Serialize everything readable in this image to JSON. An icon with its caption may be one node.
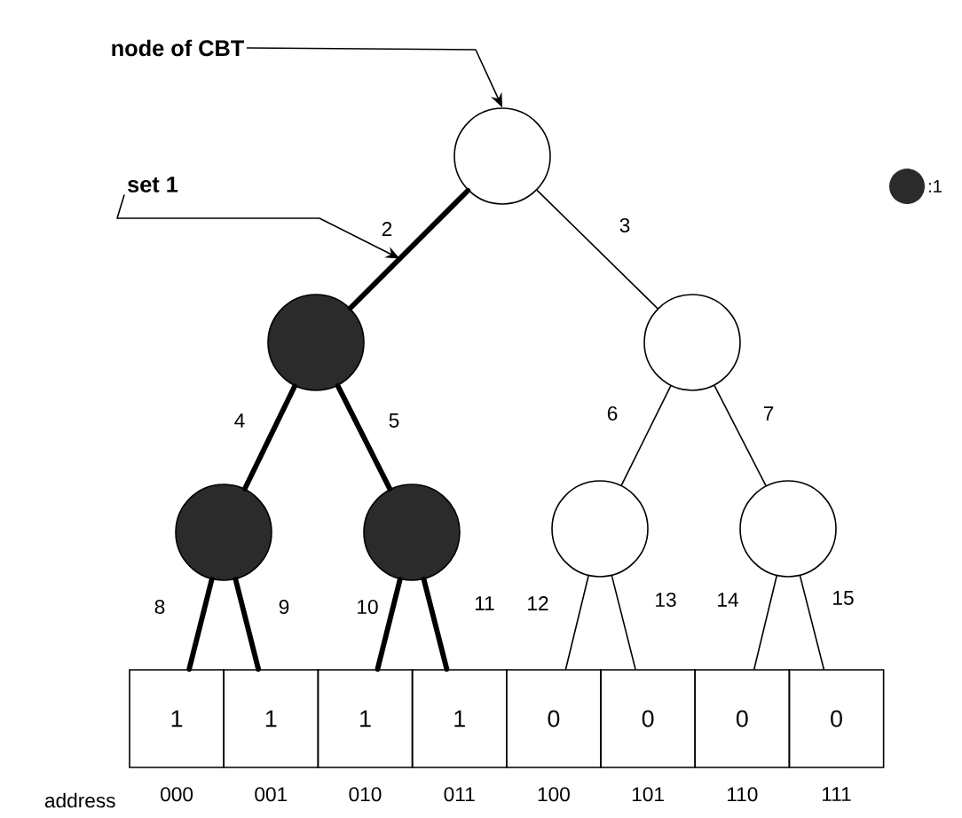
{
  "diagram": {
    "nodes": [
      {
        "text": [
          "node of CBT"
        ]
      },
      {
        "text": [],
        "shape": "circle"
      },
      {
        "text": [
          "set 1"
        ]
      },
      {
        "text": [],
        "shape": "circle"
      },
      {
        "text": [],
        "shape": "circle"
      },
      {
        "text": [],
        "shape": "circle"
      },
      {
        "text": [],
        "shape": "circle"
      },
      {
        "text": [],
        "shape": "circle"
      },
      {
        "text": [],
        "shape": "circle"
      },
      {
        "text": [
          "1"
        ],
        "beside": [
          "000"
        ]
      },
      {
        "text": [
          "1"
        ],
        "beside": [
          "001"
        ]
      },
      {
        "text": [
          "1"
        ],
        "beside": [
          "010"
        ]
      },
      {
        "text": [
          "1"
        ],
        "beside": [
          "011"
        ]
      },
      {
        "text": [
          "0"
        ],
        "beside": [
          "100"
        ]
      },
      {
        "text": [
          "0"
        ],
        "beside": [
          "101"
        ]
      },
      {
        "text": [
          "0"
        ],
        "beside": [
          "110"
        ]
      },
      {
        "text": [
          "0"
        ],
        "beside": [
          "111"
        ]
      }
    ],
    "edges": [
      {
        "from": 0,
        "to": 1,
        "arrow": "to"
      },
      {
        "from": 2,
        "to": null,
        "arrow": "to"
      },
      {
        "from": 1,
        "to": 3,
        "arrow": "none",
        "label": "2",
        "style": "thick"
      },
      {
        "from": 1,
        "to": 4,
        "arrow": "none",
        "label": "3"
      },
      {
        "from": 3,
        "to": 5,
        "arrow": "none",
        "label": "4",
        "style": "thick"
      },
      {
        "from": 3,
        "to": 6,
        "arrow": "none",
        "label": "5",
        "style": "thick"
      },
      {
        "from": 4,
        "to": 7,
        "arrow": "none",
        "label": "6"
      },
      {
        "from": 4,
        "to": 8,
        "arrow": "none",
        "label": "7"
      },
      {
        "from": 5,
        "to": 9,
        "arrow": "none",
        "label": "8",
        "style": "thick"
      },
      {
        "from": 5,
        "to": 10,
        "arrow": "none",
        "label": "9",
        "style": "thick"
      },
      {
        "from": 6,
        "to": 11,
        "arrow": "none",
        "label": "10",
        "style": "thick"
      },
      {
        "from": 6,
        "to": 12,
        "arrow": "none",
        "label": "11",
        "style": "thick"
      },
      {
        "from": 7,
        "to": 13,
        "arrow": "none",
        "label": "12"
      },
      {
        "from": 7,
        "to": 14,
        "arrow": "none",
        "label": "13"
      },
      {
        "from": 8,
        "to": 15,
        "arrow": "none",
        "label": "14"
      },
      {
        "from": 8,
        "to": 16,
        "arrow": "none",
        "label": "15"
      }
    ],
    "labels": [
      "address"
    ],
    "legend": [
      {
        "text": ":1",
        "color": "#2b2b2b"
      }
    ]
  }
}
